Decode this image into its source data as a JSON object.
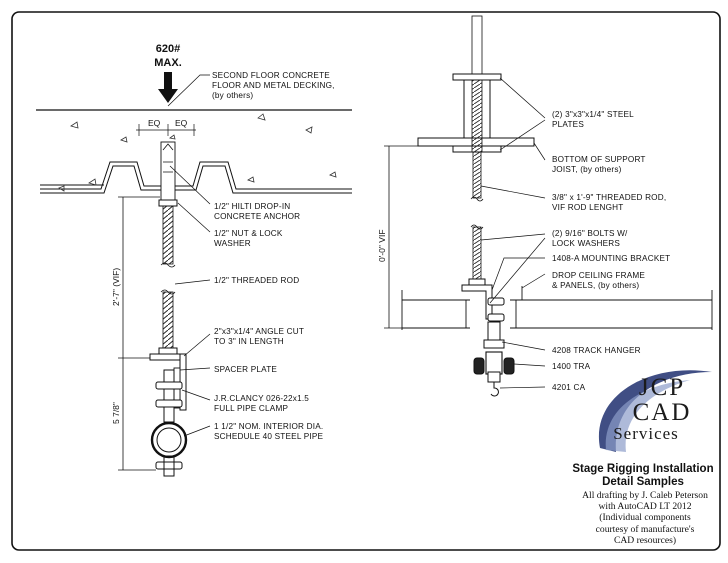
{
  "load": {
    "line1": "620#",
    "line2": "MAX."
  },
  "left_labels": {
    "slab_1": "SECOND FLOOR CONCRETE",
    "slab_2": "FLOOR AND METAL DECKING,",
    "slab_3": "(by others)",
    "anchor_1": "1/2\" HILTI DROP-IN",
    "anchor_2": "CONCRETE ANCHOR",
    "nut_1": "1/2\" NUT & LOCK",
    "nut_2": "WASHER",
    "rod": "1/2\" THREADED ROD",
    "angle_1": "2\"x3\"x1/4\" ANGLE CUT",
    "angle_2": "TO 3\" IN LENGTH",
    "spacer": "SPACER PLATE",
    "clamp_1": "J.R.CLANCY 026-22x1.5",
    "clamp_2": "FULL PIPE CLAMP",
    "pipe_1": "1 1/2\" NOM. INTERIOR DIA.",
    "pipe_2": "SCHEDULE 40 STEEL PIPE"
  },
  "left_dims": {
    "eq_a": "EQ",
    "eq_b": "EQ",
    "rod_len": "2'-7\" (VIF)",
    "clamp_len": "5 7/8\""
  },
  "right_labels": {
    "plates_1": "(2) 3\"x3\"x1/4\" STEEL",
    "plates_2": "PLATES",
    "joist_1": "BOTTOM OF SUPPORT",
    "joist_2": "JOIST, (by others)",
    "rod_1": "3/8\" x 1'-9\" THREADED ROD,",
    "rod_2": "VIF ROD LENGHT",
    "bolts_1": "(2) 9/16\" BOLTS W/",
    "bolts_2": "LOCK WASHERS",
    "bracket": "1408-A MOUNTING BRACKET",
    "ceiling_1": "DROP CEILING FRAME",
    "ceiling_2": "& PANELS, (by others)",
    "hanger": "4208 TRACK HANGER",
    "track": "1400 TRA",
    "carrier": "4201 CA"
  },
  "right_dims": {
    "rod_len": "0'-0\" VIF"
  },
  "logo": {
    "line1": "JCP",
    "line2": "CAD",
    "line3": "Services"
  },
  "title_block": {
    "title_1": "Stage Rigging Installation",
    "title_2": "Detail Samples",
    "credit_1": "All drafting by J. Caleb Peterson",
    "credit_2": "with AutoCAD LT 2012",
    "credit_3": "(Individual components",
    "credit_4": "courtesy of manufacture's",
    "credit_5": "CAD resources)"
  }
}
